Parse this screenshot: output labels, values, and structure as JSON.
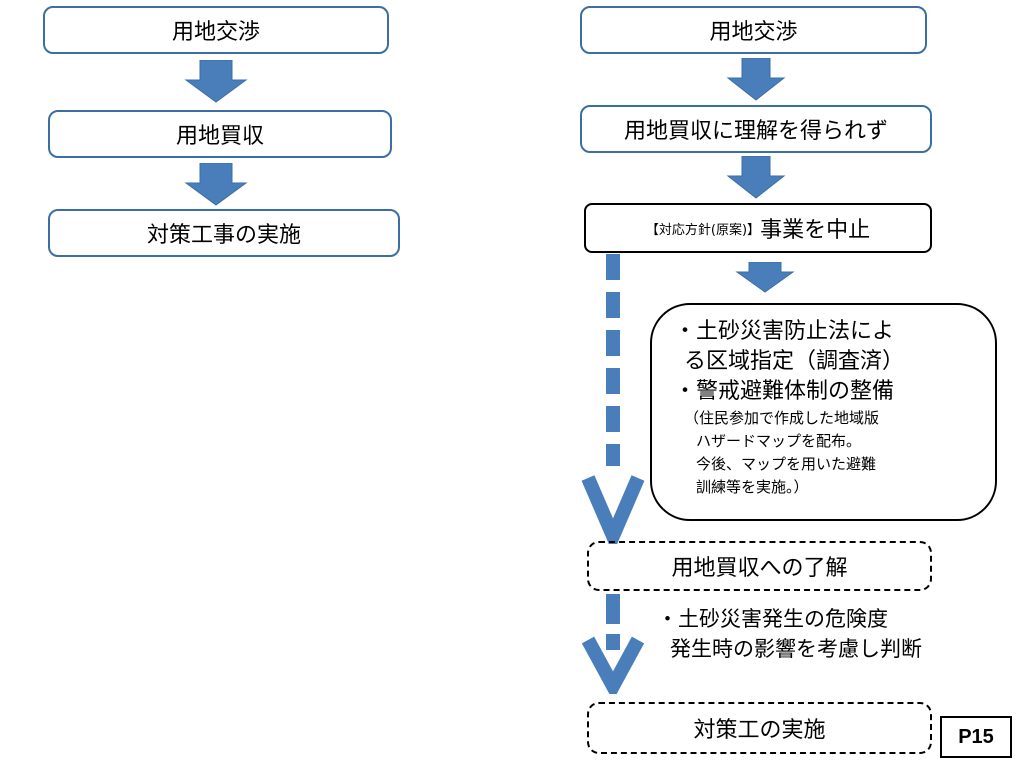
{
  "left_flow": {
    "steps": [
      "用地交渉",
      "用地買収",
      "対策工事の実施"
    ]
  },
  "right_flow": {
    "step1": "用地交渉",
    "step2": "用地買収に理解を得られず",
    "step3_prefix": "【対応方針(原案)】",
    "step3_main": "事業を中止",
    "measures": {
      "line1": "・土砂災害防止法によ",
      "line2": "る区域指定（調査済）",
      "line3": "・警戒避難体制の整備",
      "line4": "（住民参加で作成した地域版",
      "line5": "ハザードマップを配布。",
      "line6": "今後、マップを用いた避難",
      "line7": "訓練等を実施。）"
    },
    "step4": "用地買収への了解",
    "judgement_line1": "・土砂災害発生の危険度",
    "judgement_line2": "発生時の影響を考慮し判断",
    "step5": "対策工の実施"
  },
  "page_number": "P15",
  "colors": {
    "arrow": "#4a7ebb",
    "box_border_blue": "#3b6ea5",
    "border_black": "#000000"
  }
}
